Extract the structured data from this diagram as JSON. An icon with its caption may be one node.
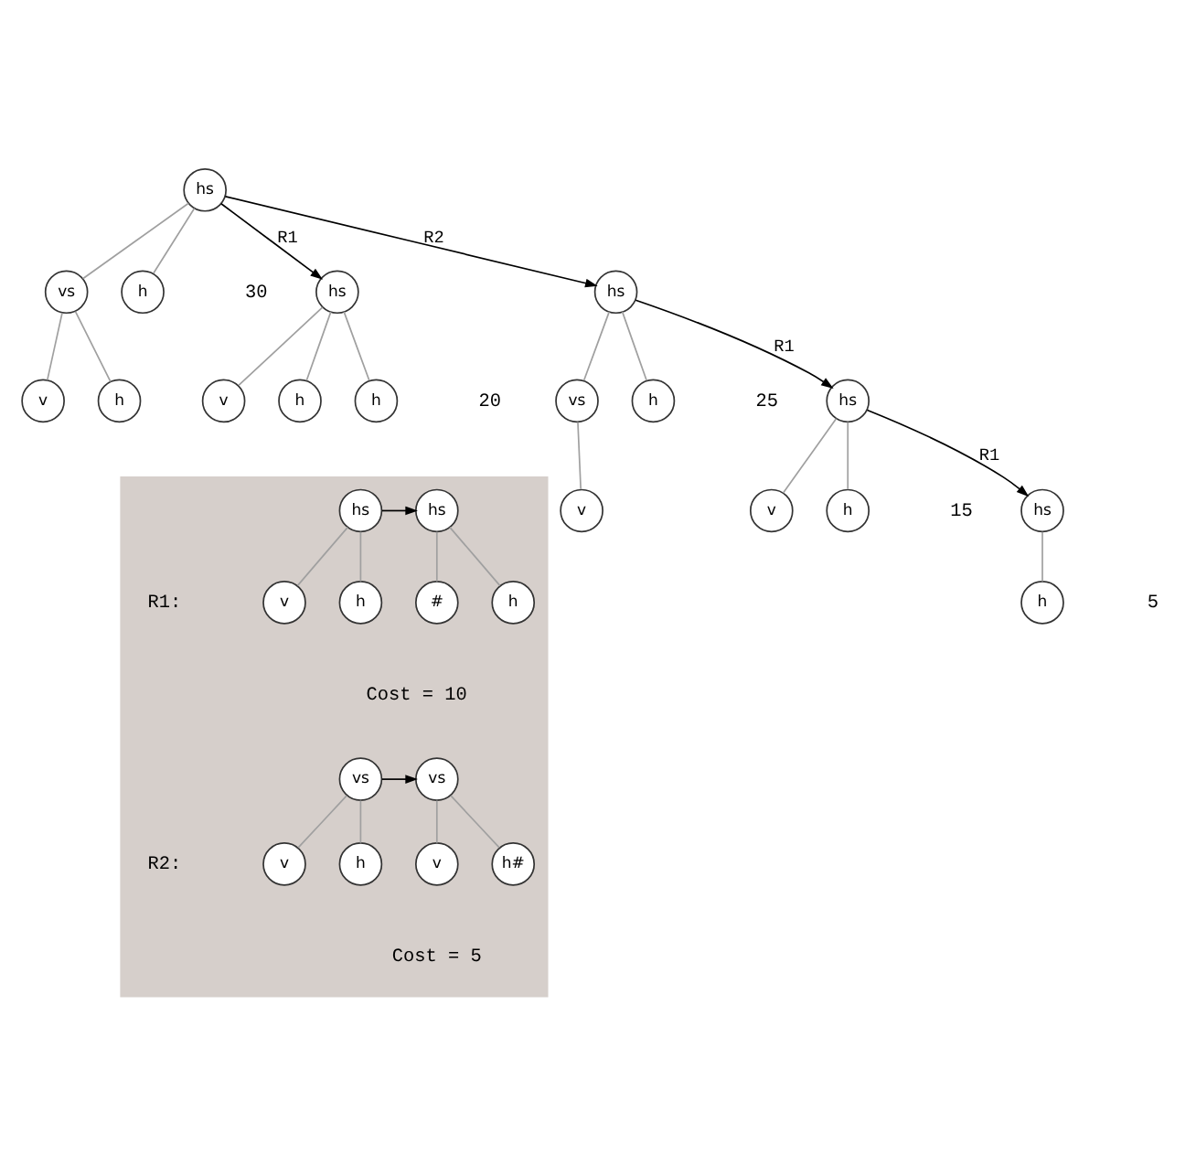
{
  "diagram": {
    "nodes": [
      {
        "text": [
          "hs"
        ]
      },
      {
        "text": [
          "vs"
        ]
      },
      {
        "text": [
          "h"
        ]
      },
      {
        "text": [
          "v"
        ]
      },
      {
        "text": [
          "h"
        ]
      },
      {
        "text": [
          "hs"
        ]
      },
      {
        "text": [
          "v"
        ]
      },
      {
        "text": [
          "h"
        ]
      },
      {
        "text": [
          "h"
        ]
      },
      {
        "text": [
          "hs"
        ]
      },
      {
        "text": [
          "vs"
        ]
      },
      {
        "text": [
          "h"
        ]
      },
      {
        "text": [
          "v"
        ]
      },
      {
        "text": [
          "hs"
        ]
      },
      {
        "text": [
          "v"
        ]
      },
      {
        "text": [
          "h"
        ]
      },
      {
        "text": [
          "hs"
        ]
      },
      {
        "text": [
          "h"
        ]
      },
      {
        "text": [],
        "shape": "box"
      },
      {
        "text": [
          "hs"
        ],
        "in": 18
      },
      {
        "text": [
          "v"
        ],
        "in": 18
      },
      {
        "text": [
          "h"
        ],
        "in": 18
      },
      {
        "text": [
          "hs"
        ],
        "in": 18
      },
      {
        "text": [
          "#"
        ],
        "in": 18
      },
      {
        "text": [
          "h"
        ],
        "in": 18
      },
      {
        "text": [
          "vs"
        ],
        "in": 18
      },
      {
        "text": [
          "v"
        ],
        "in": 18
      },
      {
        "text": [
          "h"
        ],
        "in": 18
      },
      {
        "text": [
          "vs"
        ],
        "in": 18
      },
      {
        "text": [
          "v"
        ],
        "in": 18
      },
      {
        "text": [
          "h#"
        ],
        "in": 18
      }
    ],
    "edges": [
      {
        "from": 0,
        "to": 1,
        "arrow": "none"
      },
      {
        "from": 0,
        "to": 2,
        "arrow": "none"
      },
      {
        "from": 1,
        "to": 3,
        "arrow": "none"
      },
      {
        "from": 1,
        "to": 4,
        "arrow": "none"
      },
      {
        "from": 0,
        "to": 5,
        "arrow": "to",
        "label": "R1",
        "color": "#000000"
      },
      {
        "from": 0,
        "to": 9,
        "arrow": "to",
        "label": "R2",
        "color": "#000000"
      },
      {
        "from": 5,
        "to": 6,
        "arrow": "none"
      },
      {
        "from": 5,
        "to": 7,
        "arrow": "none"
      },
      {
        "from": 5,
        "to": 8,
        "arrow": "none"
      },
      {
        "from": 9,
        "to": 10,
        "arrow": "none"
      },
      {
        "from": 9,
        "to": 11,
        "arrow": "none"
      },
      {
        "from": 10,
        "to": 12,
        "arrow": "none"
      },
      {
        "from": 9,
        "to": 13,
        "arrow": "to",
        "label": "R1",
        "color": "#000000"
      },
      {
        "from": 13,
        "to": 14,
        "arrow": "none"
      },
      {
        "from": 13,
        "to": 15,
        "arrow": "none"
      },
      {
        "from": 13,
        "to": 16,
        "arrow": "to",
        "label": "R1",
        "color": "#000000"
      },
      {
        "from": 16,
        "to": 17,
        "arrow": "none"
      },
      {
        "from": 19,
        "to": 20,
        "arrow": "none"
      },
      {
        "from": 19,
        "to": 21,
        "arrow": "none"
      },
      {
        "from": 19,
        "to": 22,
        "arrow": "to",
        "color": "#000000"
      },
      {
        "from": 22,
        "to": 23,
        "arrow": "none"
      },
      {
        "from": 22,
        "to": 24,
        "arrow": "none"
      },
      {
        "from": 25,
        "to": 26,
        "arrow": "none"
      },
      {
        "from": 25,
        "to": 27,
        "arrow": "none"
      },
      {
        "from": 25,
        "to": 28,
        "arrow": "to",
        "color": "#000000"
      },
      {
        "from": 28,
        "to": 29,
        "arrow": "none"
      },
      {
        "from": 28,
        "to": 30,
        "arrow": "none"
      }
    ],
    "labels": [
      "30",
      "20",
      "25",
      "R1:",
      "Cost = 10",
      "15",
      "R2:",
      "Cost = 5",
      "5"
    ]
  }
}
